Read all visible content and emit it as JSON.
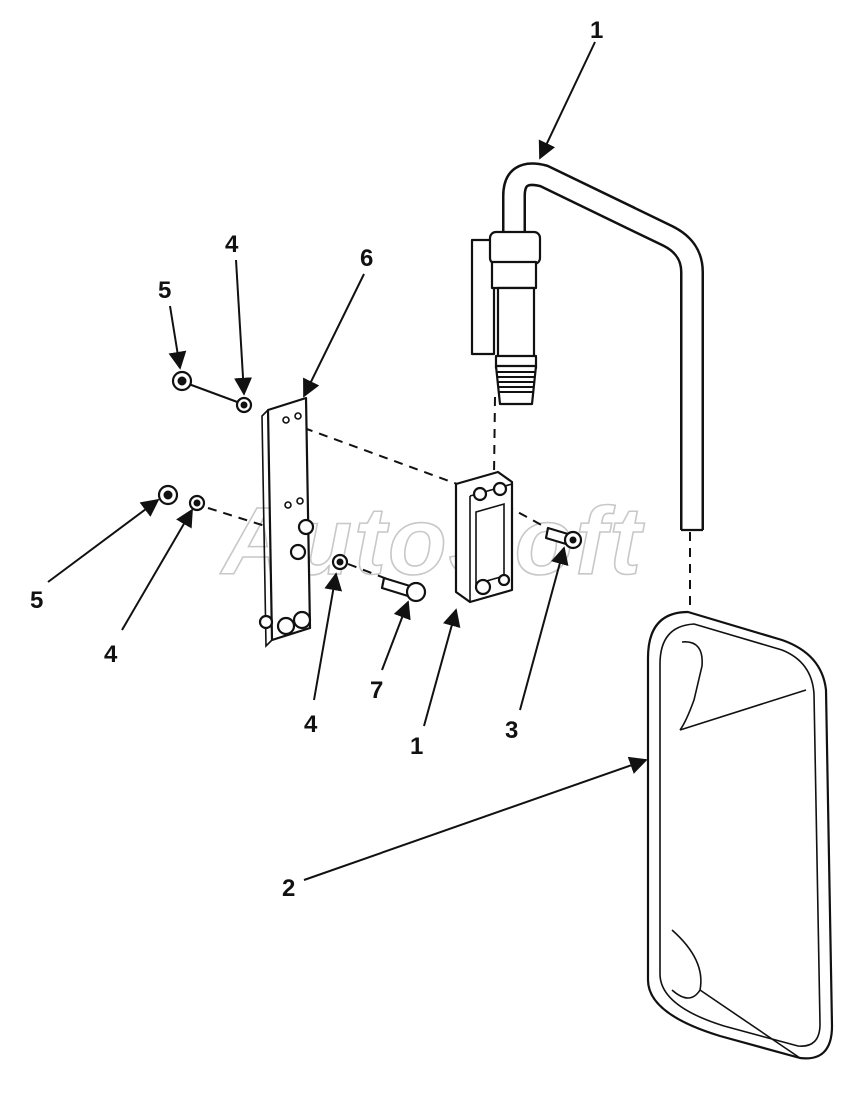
{
  "watermark": "AutoSoft",
  "callouts": {
    "arm_top": "1",
    "bracket": "1",
    "mirror_head": "2",
    "screw": "3",
    "washer_top": "4",
    "washer_left": "4",
    "washer_bottom": "4",
    "nut_top": "5",
    "nut_left": "5",
    "mounting_plate": "6",
    "bolt": "7"
  }
}
